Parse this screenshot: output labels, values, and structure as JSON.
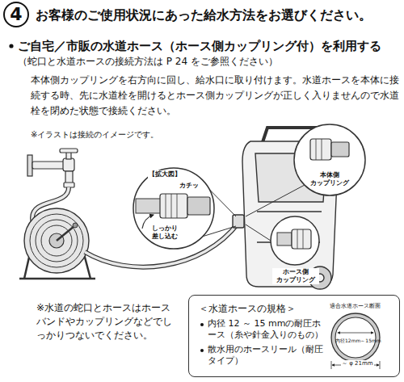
{
  "diagram": {
    "title": "お客様のご使用状況にあった給水方法をお選びください。",
    "nodes": [
      {
        "text": [
          "4"
        ]
      },
      {
        "text": [
          "＜水道ホースの規格＞",
          "内径 12 ～ 15 mmの耐圧ホース（糸や針金入りのもの）",
          "散水用のホースリール（耐圧タイプ）"
        ]
      }
    ],
    "labels": [
      "ご自宅／市販の水道ホース（ホース側カップリング付）を利用する",
      "（蛇口と水道ホースの接続方法は P 24 をご参照ください）",
      "本体側カップリングを右方向に回し、給水口に取り付けます。水道ホースを本体に接続する時、先に水道栓を開けるとホース側カップリングが正しく入りませんので水道栓を閉めた状態で接続ください。",
      "※イラストは接続のイメージです。",
      "【拡大図】",
      "カチッ",
      "しっかり 差し込む",
      "本体側 カップリング",
      "ホース側 カップリング",
      "※水道の蛇口とホースはホースバンドやカップリングなどでしっかりつないでください。",
      "適合水道ホース断面",
      "内径12mm～15mm",
      "～ φ 21mm"
    ]
  }
}
